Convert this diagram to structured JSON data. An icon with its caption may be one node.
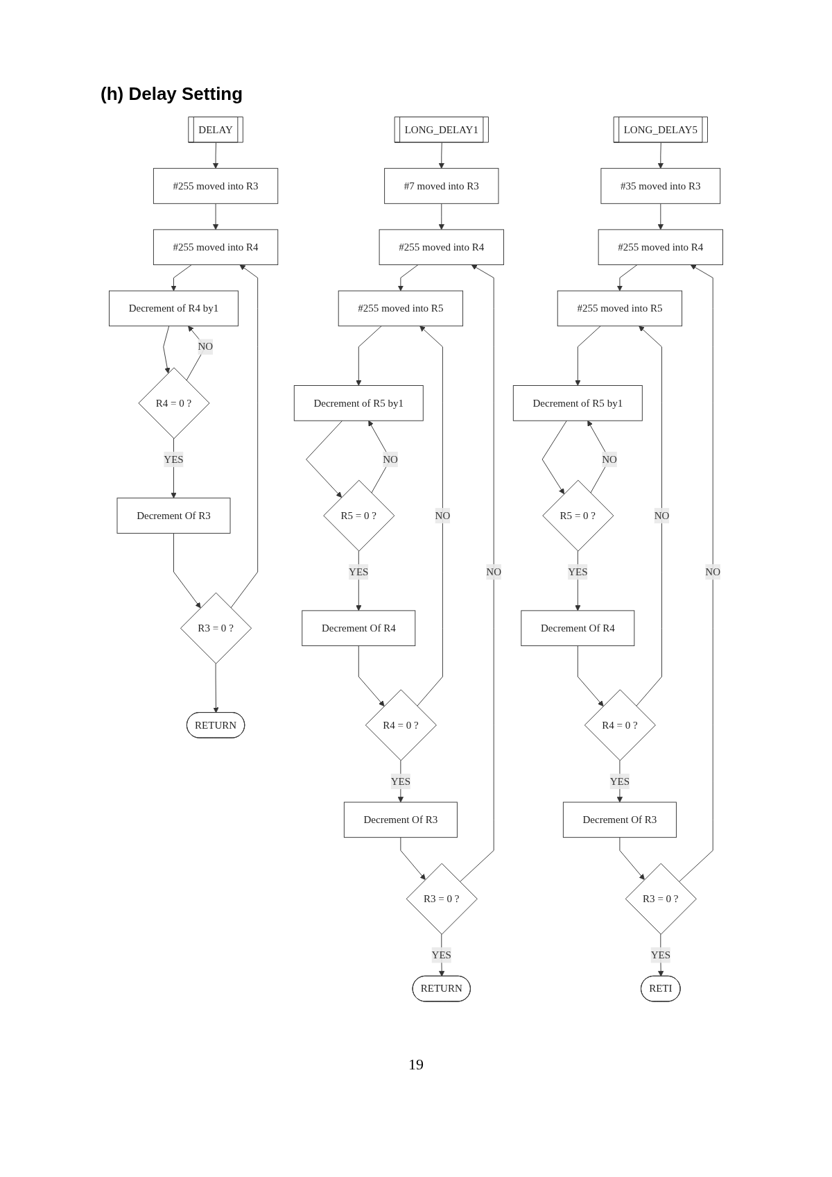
{
  "diagram": {
    "title": "(h) Delay Setting",
    "nodes": [
      {
        "text": [
          "DELAY"
        ]
      },
      {
        "text": [
          "#255 moved into R3"
        ]
      },
      {
        "text": [
          "#255 moved into R4"
        ]
      },
      {
        "text": [
          "Decrement of R4 by1"
        ]
      },
      {
        "text": [
          "R4 = 0 ?"
        ]
      },
      {
        "text": [
          "Decrement Of R3"
        ]
      },
      {
        "text": [
          "R3 = 0 ?"
        ]
      },
      {
        "text": [
          "RETURN"
        ]
      },
      {
        "text": [
          "LONG_DELAY1"
        ]
      },
      {
        "text": [
          "#7 moved into R3"
        ]
      },
      {
        "text": [
          "#255 moved into R4"
        ]
      },
      {
        "text": [
          "#255 moved into R5"
        ]
      },
      {
        "text": [
          "Decrement of R5 by1"
        ]
      },
      {
        "text": [
          "R5 = 0 ?"
        ]
      },
      {
        "text": [
          "Decrement Of R4"
        ]
      },
      {
        "text": [
          "R4 = 0 ?"
        ]
      },
      {
        "text": [
          "Decrement Of R3"
        ]
      },
      {
        "text": [
          "R3 = 0 ?"
        ]
      },
      {
        "text": [
          "RETURN"
        ]
      },
      {
        "text": [
          "LONG_DELAY5"
        ]
      },
      {
        "text": [
          "#35 moved into R3"
        ]
      },
      {
        "text": [
          "#255 moved into R4"
        ]
      },
      {
        "text": [
          "#255 moved into R5"
        ]
      },
      {
        "text": [
          "Decrement of R5 by1"
        ]
      },
      {
        "text": [
          "R5 = 0 ?"
        ]
      },
      {
        "text": [
          "Decrement Of R4"
        ]
      },
      {
        "text": [
          "R4 = 0 ?"
        ]
      },
      {
        "text": [
          "Decrement Of R3"
        ]
      },
      {
        "text": [
          "R3 = 0 ?"
        ]
      },
      {
        "text": [
          "RETI"
        ]
      }
    ],
    "edges": [
      {
        "from": 0,
        "to": 1,
        "arrow": "to"
      },
      {
        "from": 1,
        "to": 2,
        "arrow": "to"
      },
      {
        "from": 2,
        "to": 3,
        "arrow": "to"
      },
      {
        "from": 3,
        "to": 4,
        "arrow": "to"
      },
      {
        "from": 4,
        "to": 3,
        "arrow": "to",
        "label": "NO"
      },
      {
        "from": 4,
        "to": 5,
        "arrow": "to",
        "label": "YES"
      },
      {
        "from": 5,
        "to": 6,
        "arrow": "to"
      },
      {
        "from": 6,
        "to": 2,
        "arrow": "to"
      },
      {
        "from": 6,
        "to": 7,
        "arrow": "to"
      },
      {
        "from": 8,
        "to": 9,
        "arrow": "to"
      },
      {
        "from": 9,
        "to": 10,
        "arrow": "to"
      },
      {
        "from": 10,
        "to": 11,
        "arrow": "to"
      },
      {
        "from": 11,
        "to": 12,
        "arrow": "to"
      },
      {
        "from": 12,
        "to": 13,
        "arrow": "to"
      },
      {
        "from": 13,
        "to": 12,
        "arrow": "to",
        "label": "NO"
      },
      {
        "from": 13,
        "to": 14,
        "arrow": "to",
        "label": "YES"
      },
      {
        "from": 14,
        "to": 15,
        "arrow": "to"
      },
      {
        "from": 15,
        "to": 11,
        "arrow": "to",
        "label": "NO"
      },
      {
        "from": 15,
        "to": 16,
        "arrow": "to",
        "label": "YES"
      },
      {
        "from": 16,
        "to": 17,
        "arrow": "to"
      },
      {
        "from": 17,
        "to": 10,
        "arrow": "to",
        "label": "NO"
      },
      {
        "from": 17,
        "to": 18,
        "arrow": "to",
        "label": "YES"
      },
      {
        "from": 19,
        "to": 20,
        "arrow": "to"
      },
      {
        "from": 20,
        "to": 21,
        "arrow": "to"
      },
      {
        "from": 21,
        "to": 22,
        "arrow": "to"
      },
      {
        "from": 22,
        "to": 23,
        "arrow": "to"
      },
      {
        "from": 23,
        "to": 24,
        "arrow": "to"
      },
      {
        "from": 24,
        "to": 23,
        "arrow": "to",
        "label": "NO"
      },
      {
        "from": 24,
        "to": 25,
        "arrow": "to",
        "label": "YES"
      },
      {
        "from": 25,
        "to": 26,
        "arrow": "to"
      },
      {
        "from": 26,
        "to": 22,
        "arrow": "to",
        "label": "NO"
      },
      {
        "from": 26,
        "to": 27,
        "arrow": "to",
        "label": "YES"
      },
      {
        "from": 27,
        "to": 28,
        "arrow": "to"
      },
      {
        "from": 28,
        "to": 21,
        "arrow": "to",
        "label": "NO"
      },
      {
        "from": 28,
        "to": 29,
        "arrow": "to",
        "label": "YES"
      }
    ],
    "labels": [
      "19"
    ]
  }
}
